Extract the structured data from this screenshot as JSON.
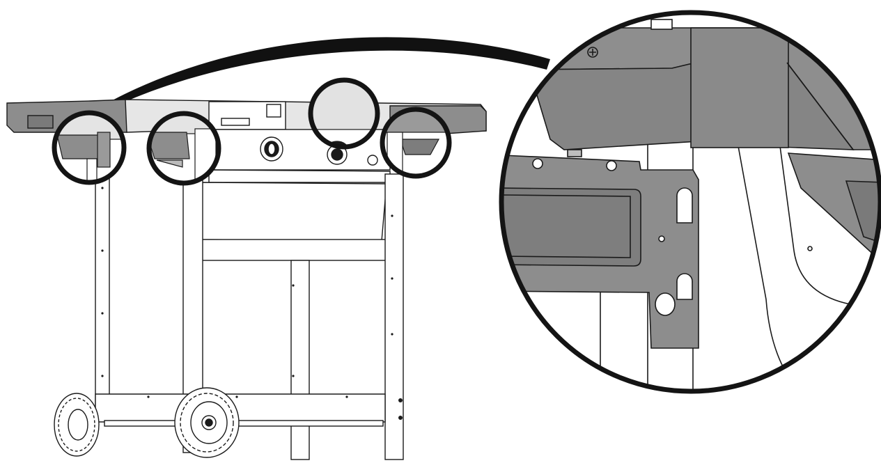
{
  "figure": {
    "kind": "assembly-illustration",
    "subject": "grill-cart-side-table-bracket",
    "callouts": 4,
    "zoom_callout": 1,
    "colors": {
      "line": "#1a1a1a",
      "panel": "#8d8d8d",
      "panel_dark": "#6f6f6f",
      "callout_ring": "#141414",
      "background": "#ffffff"
    },
    "icons": [
      "wheel-icon",
      "knob-icon",
      "screw-icon"
    ]
  }
}
